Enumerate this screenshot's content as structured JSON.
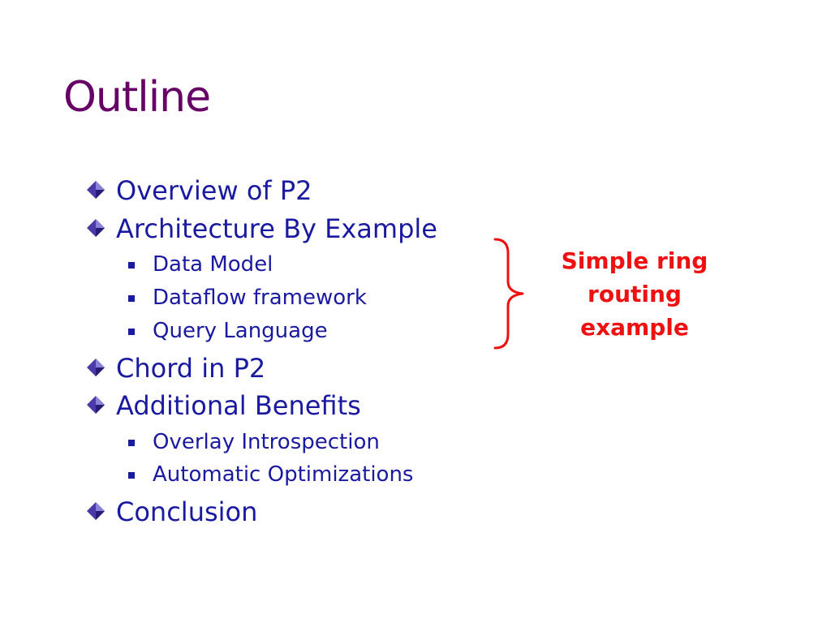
{
  "slide": {
    "title": "Outline",
    "outline": {
      "overview": "Overview of P2",
      "architecture": {
        "label": "Architecture By Example",
        "subitems": [
          "Data Model",
          "Dataflow framework",
          "Query Language"
        ]
      },
      "chord": "Chord in P2",
      "benefits": {
        "label": "Additional Benefits",
        "subitems": [
          "Overlay Introspection",
          "Automatic Optimizations"
        ]
      },
      "conclusion": "Conclusion"
    },
    "callout": {
      "lines": [
        "Simple ring",
        "routing",
        "example"
      ],
      "color": "#ee1111"
    }
  },
  "colors": {
    "title": "#660066",
    "body_text": "#1a1aa0",
    "callout": "#ee1111",
    "background": "#ffffff"
  },
  "icons": {
    "level1_bullet": "diamond-bullet-icon",
    "level2_bullet": "square-bullet-icon",
    "callout_marker": "curly-brace-icon"
  }
}
